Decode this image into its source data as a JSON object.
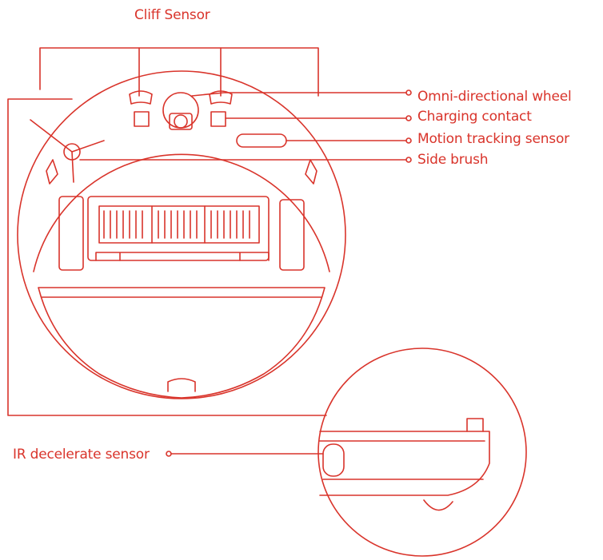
{
  "labels": {
    "cliff_sensor": "Cliff Sensor",
    "omni_wheel": "Omni-directional wheel",
    "charging_contact": "Charging contact",
    "motion_tracking": "Motion tracking sensor",
    "side_brush": "Side brush",
    "ir_sensor": "IR decelerate sensor"
  },
  "colors": {
    "line": "#d9342b",
    "label": "#d9342b",
    "background": "#ffffff"
  }
}
